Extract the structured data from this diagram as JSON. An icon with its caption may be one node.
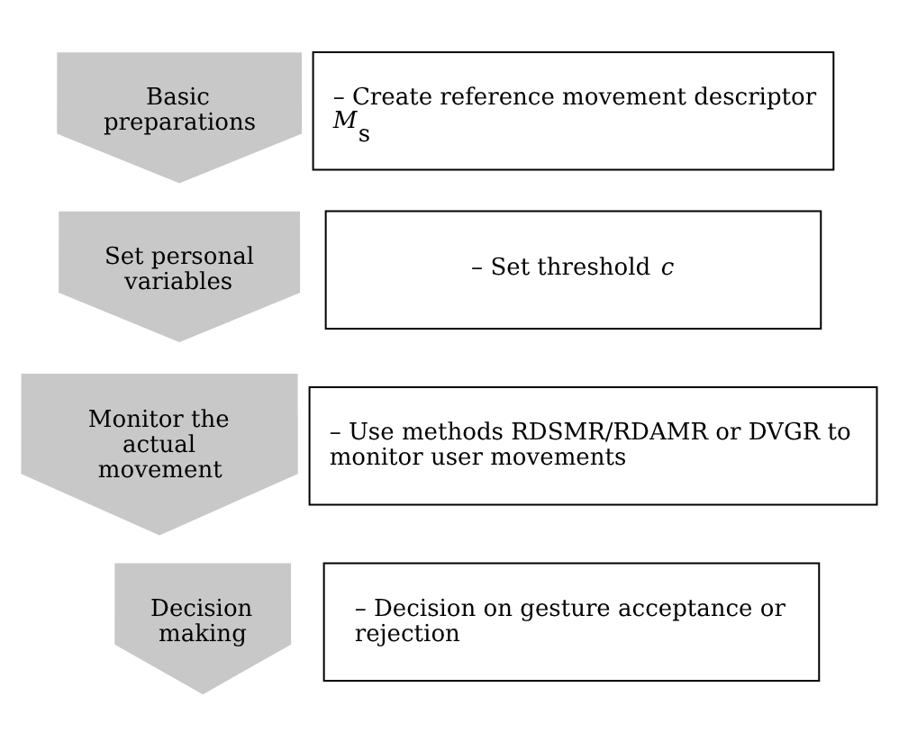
{
  "diagram": {
    "nodes": [
      {
        "text": [
          "Basic preparations"
        ]
      },
      {
        "text": [
          "– Create reference movement descriptor *M*$_{s}$"
        ]
      },
      {
        "text": [
          "Set personal variables"
        ]
      },
      {
        "text": [
          "– Set threshold *c*"
        ]
      },
      {
        "text": [
          "Monitor the actual movement"
        ]
      },
      {
        "text": [
          "– Use methods RDSMR/RDAMR or DVGR to monitor user movements"
        ]
      },
      {
        "text": [
          "Decision making"
        ]
      },
      {
        "text": [
          "– Decision on gesture acceptance or rejection"
        ]
      }
    ],
    "edges": []
  }
}
